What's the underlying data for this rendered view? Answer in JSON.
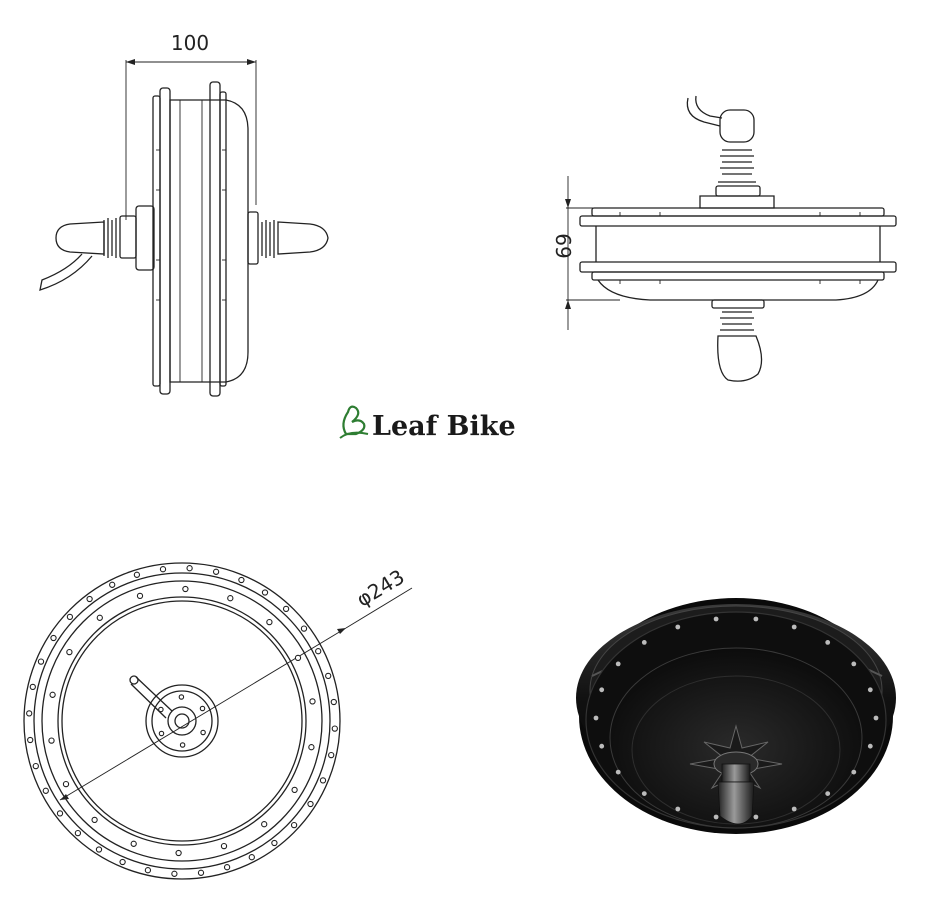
{
  "drawing": {
    "front_view": {
      "width_dimension": "100"
    },
    "side_view": {
      "height_dimension": "69"
    },
    "face_view": {
      "diameter_dimension": "φ243"
    },
    "brand": {
      "name": "Leaf Bike",
      "logo_icon": "leaf-logo-icon",
      "logo_color": "#2e7d32"
    },
    "render_view": {
      "body_color": "#141414"
    }
  }
}
